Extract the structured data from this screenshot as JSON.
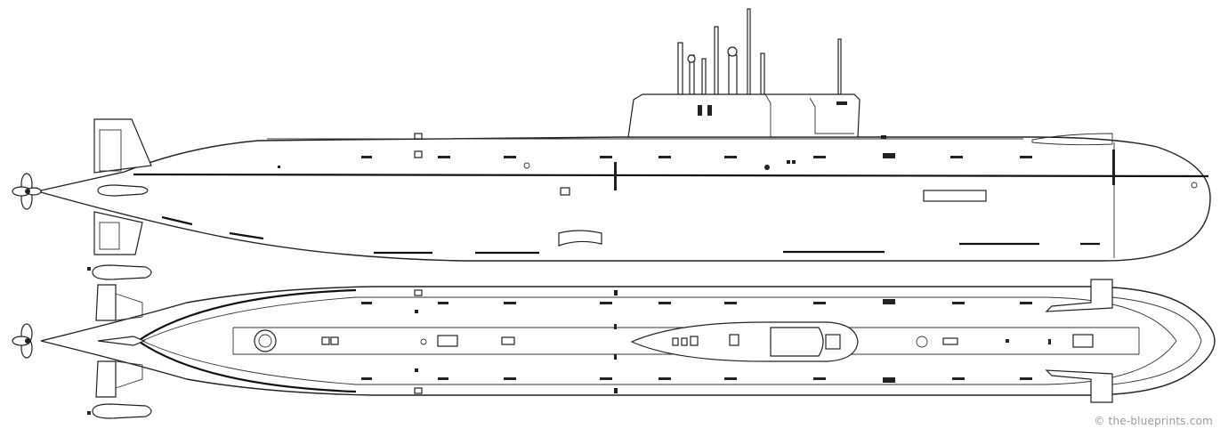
{
  "drawing": {
    "subject": "submarine blueprint (side and top views)",
    "colors": {
      "line": "#222222",
      "background": "#ffffff",
      "watermark": "#9a9a9a"
    }
  },
  "watermark": {
    "text": "© the-blueprints.com"
  },
  "views": [
    {
      "id": "side-view"
    },
    {
      "id": "top-view"
    }
  ]
}
